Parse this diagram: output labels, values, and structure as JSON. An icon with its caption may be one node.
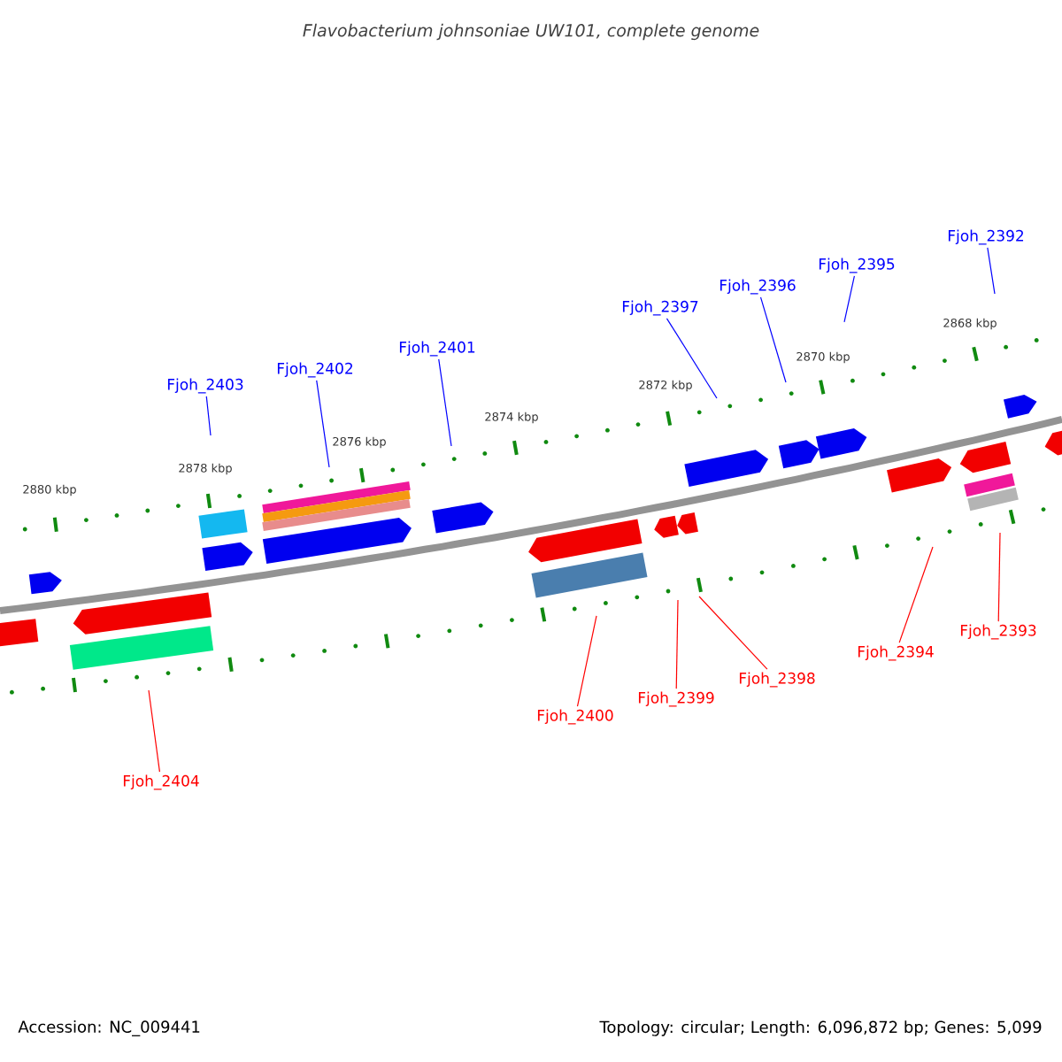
{
  "diagram": {
    "title": "Flavobacterium johnsoniae UW101, complete genome",
    "nodes": [
      {
        "text": [
          "Fjoh_2392"
        ]
      },
      {
        "text": [
          "Fjoh_2395"
        ]
      },
      {
        "text": [
          "Fjoh_2396"
        ]
      },
      {
        "text": [
          "Fjoh_2397"
        ]
      },
      {
        "text": [
          "Fjoh_2401"
        ]
      },
      {
        "text": [
          "Fjoh_2402"
        ]
      },
      {
        "text": [
          "Fjoh_2403"
        ]
      },
      {
        "text": [
          "Fjoh_2393"
        ]
      },
      {
        "text": [
          "Fjoh_2394"
        ]
      },
      {
        "text": [
          "Fjoh_2398"
        ]
      },
      {
        "text": [
          "Fjoh_2399"
        ]
      },
      {
        "text": [
          "Fjoh_2400"
        ]
      },
      {
        "text": [
          "Fjoh_2404"
        ]
      }
    ],
    "edges": [
      {
        "from": 0,
        "to": null,
        "arrow": "none"
      },
      {
        "from": 1,
        "to": null,
        "arrow": "none"
      },
      {
        "from": 2,
        "to": null,
        "arrow": "none"
      },
      {
        "from": 3,
        "to": null,
        "arrow": "none"
      },
      {
        "from": 4,
        "to": null,
        "arrow": "none"
      },
      {
        "from": 5,
        "to": null,
        "arrow": "none"
      },
      {
        "from": 6,
        "to": null,
        "arrow": "none"
      },
      {
        "from": 7,
        "to": null,
        "arrow": "none",
        "color": "#ff0000"
      },
      {
        "from": 8,
        "to": null,
        "arrow": "none",
        "color": "#ff0000"
      },
      {
        "from": 9,
        "to": null,
        "arrow": "none",
        "color": "#ff0000"
      },
      {
        "from": 10,
        "to": null,
        "arrow": "none",
        "color": "#ff0000"
      },
      {
        "from": 11,
        "to": null,
        "arrow": "none",
        "color": "#ff0000"
      },
      {
        "from": 12,
        "to": null,
        "arrow": "none",
        "color": "#ff0000"
      }
    ],
    "labels": [
      "2868 kbp",
      "2870 kbp",
      "2872 kbp",
      "2874 kbp",
      "2876 kbp",
      "2878 kbp",
      "2880 kbp",
      "Accession: NC_009441",
      "Topology: circular; Length: 6,096,872 bp; Genes: 5,099"
    ]
  }
}
